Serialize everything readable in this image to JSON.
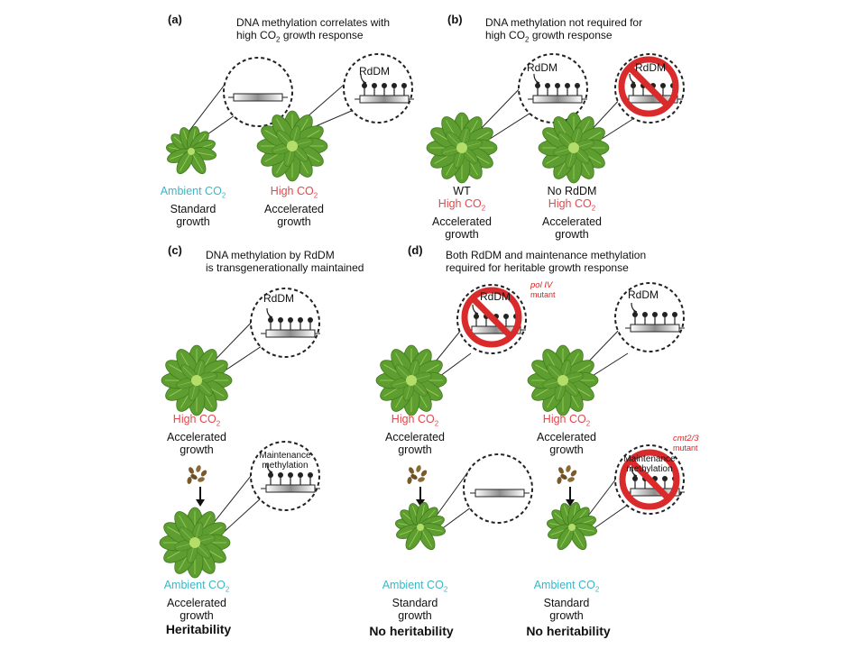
{
  "panels": {
    "a": {
      "label": "(a)",
      "title_line1": "DNA methylation correlates with",
      "title_line2_pre": "high CO",
      "title_line2_sub": "2",
      "title_line2_post": " growth response",
      "rddm": "RdDM",
      "left_cond_pre": "Ambient CO",
      "left_cond_sub": "2",
      "left_l1": "Standard",
      "left_l2": "growth",
      "right_cond_pre": "High CO",
      "right_cond_sub": "2",
      "right_l1": "Accelerated",
      "right_l2": "growth"
    },
    "b": {
      "label": "(b)",
      "title_line1": "DNA methylation not required for",
      "title_line2_pre": "high CO",
      "title_line2_sub": "2",
      "title_line2_post": " growth response",
      "rddm_left": "RdDM",
      "rddm_right": "RdDM",
      "left_name": "WT",
      "left_cond_pre": "High CO",
      "left_cond_sub": "2",
      "left_l1": "Accelerated",
      "left_l2": "growth",
      "right_name": "No RdDM",
      "right_cond_pre": "High CO",
      "right_cond_sub": "2",
      "right_l1": "Accelerated",
      "right_l2": "growth"
    },
    "c": {
      "label": "(c)",
      "title_line1": "DNA methylation by RdDM",
      "title_line2": "is transgenerationally maintained",
      "rddm": "RdDM",
      "maint_l1": "Maintenance",
      "maint_l2": "methylation",
      "top_cond_pre": "High CO",
      "top_cond_sub": "2",
      "top_l1": "Accelerated",
      "top_l2": "growth",
      "bot_cond_pre": "Ambient CO",
      "bot_cond_sub": "2",
      "bot_l1": "Accelerated",
      "bot_l2": "growth",
      "result": "Heritability"
    },
    "d": {
      "label": "(d)",
      "title_line1": "Both RdDM and maintenance methylation",
      "title_line2": "required for heritable growth response",
      "rddm_left": "RdDM",
      "rddm_right": "RdDM",
      "mutant_left_name": "pol IV",
      "mutant_left_word": "mutant",
      "mutant_right_name": "cmt2/3",
      "mutant_right_word": "mutant",
      "maint_l1": "Maintenance",
      "maint_l2": "methylation",
      "left_top_cond_pre": "High CO",
      "left_top_cond_sub": "2",
      "left_top_l1": "Accelerated",
      "left_top_l2": "growth",
      "right_top_cond_pre": "High CO",
      "right_top_cond_sub": "2",
      "right_top_l1": "Accelerated",
      "right_top_l2": "growth",
      "left_bot_cond_pre": "Ambient CO",
      "left_bot_cond_sub": "2",
      "left_bot_l1": "Standard",
      "left_bot_l2": "growth",
      "right_bot_cond_pre": "Ambient CO",
      "right_bot_cond_sub": "2",
      "right_bot_l1": "Standard",
      "right_bot_l2": "growth",
      "result_left": "No heritability",
      "result_right": "No heritability"
    }
  },
  "colors": {
    "ambient": "#3ab7c6",
    "high": "#e4474d",
    "plant_dark": "#5a9a2e",
    "plant_mid": "#7cbd3f",
    "plant_light": "#b5dd6a",
    "ban_red": "#d92b2b",
    "seed": "#7a5a2a"
  },
  "icons": [
    "magnifier-circle",
    "dna-strand",
    "methyl-lollipop",
    "prohibited-sign",
    "rosette-plant",
    "seed-cluster",
    "down-arrow"
  ]
}
